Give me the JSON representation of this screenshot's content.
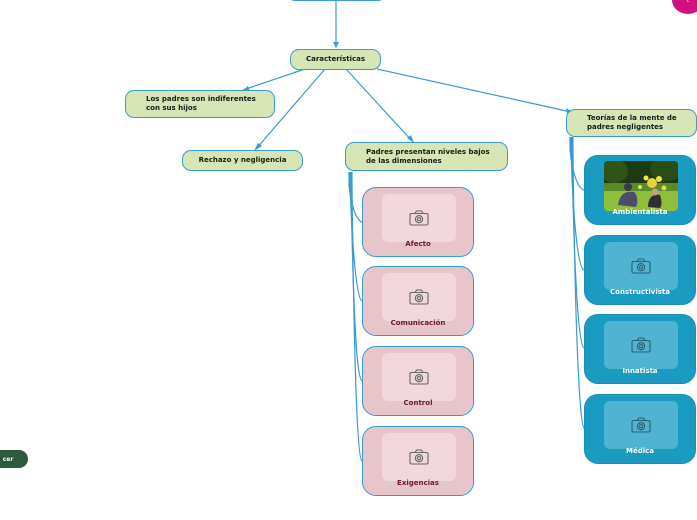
{
  "diagram": {
    "root": "Características",
    "branches": [
      "Los padres son indiferentes\ncon sus hijos",
      "Rechazo y negligencia",
      "Padres presentan niveles bajos\nde las dimensiones",
      "Teorías de la mente de\npadres negligentes"
    ],
    "dimensions": [
      "Afecto",
      "Comunicación",
      "Control",
      "Exigencias"
    ],
    "theories": [
      "Ambientalista",
      "Constructivista",
      "Innatista",
      "Médica"
    ],
    "side_button": "cer"
  },
  "colors": {
    "pill_fill": "#d5e5b4",
    "pill_border": "#3a9bd0",
    "connector": "#3a9bd0",
    "dimension_card": "#e8c4cb",
    "theory_card": "#1a9cc2",
    "side_button": "#2d5a3e",
    "corner_badge": "#d10f7e"
  },
  "icons": {
    "image_placeholder": "camera-icon"
  }
}
